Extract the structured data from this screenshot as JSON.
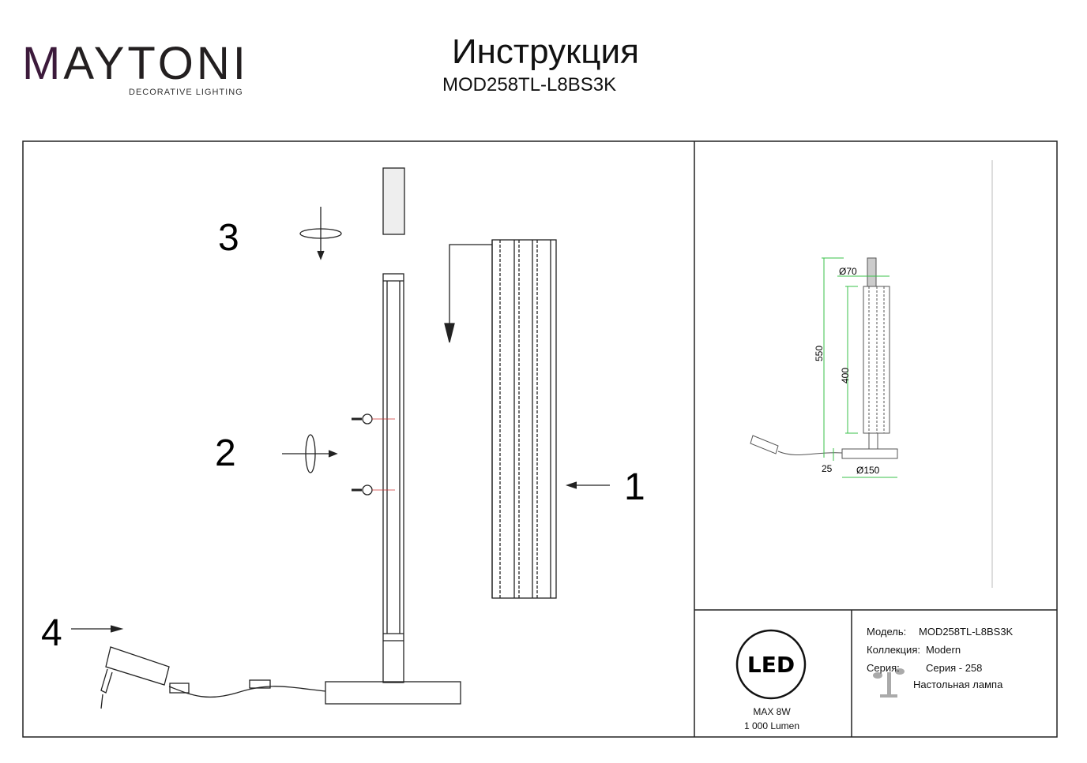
{
  "header": {
    "brand": "MAYTONI",
    "brand_tagline": "DECORATIVE LIGHTING",
    "title": "Инструкция",
    "model": "MOD258TL-L8BS3K"
  },
  "steps": {
    "step1": "1",
    "step2": "2",
    "step3": "3",
    "step4": "4"
  },
  "dimensions": {
    "diameter_top": "Ø70",
    "height_total": "550",
    "height_shade": "400",
    "base_height": "25",
    "diameter_base": "Ø150"
  },
  "spec": {
    "led_badge": "LED",
    "power": "MAX 8W",
    "lumen": "1 000 Lumen"
  },
  "info": {
    "model_label": "Модель:",
    "model_value": "MOD258TL-L8BS3K",
    "collection_label": "Коллекция:",
    "collection_value": "Modern",
    "series_label": "Серия:",
    "series_value": "Серия - 258",
    "type_value": "Настольная лампа"
  },
  "colors": {
    "brand_accent": "#3c1a3b",
    "dimension_line": "#39c24a",
    "frame": "#222222"
  }
}
